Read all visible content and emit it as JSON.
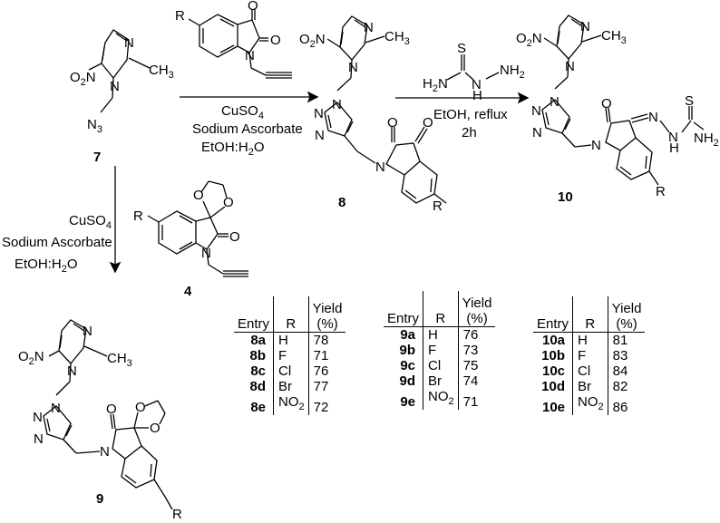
{
  "compounds": {
    "c7": "7",
    "c8": "8",
    "c10": "10",
    "c4": "4",
    "c9": "9"
  },
  "atoms": {
    "R": "R",
    "O": "O",
    "N": "N",
    "S": "S",
    "H": "H",
    "CH3": "CH",
    "sub3": "3",
    "NH2": "NH",
    "sub2": "2",
    "N3": "N",
    "O2N": "O",
    "O2N_n": "N",
    "H2N": "H",
    "H2N_n": "N"
  },
  "conditions": {
    "step1_line1": "CuSO",
    "step1_line1_sub": "4",
    "step1_line2": "Sodium Ascorbate",
    "step1_line3a": "EtOH:H",
    "step1_line3_sub": "2",
    "step1_line3b": "O",
    "step2_line1": "EtOH, reflux",
    "step2_line2": "2h"
  },
  "tables": [
    {
      "headers": [
        "Entry",
        "R",
        "Yield",
        "(%)"
      ],
      "rows": [
        {
          "entry": "8a",
          "r": "H",
          "y": "78"
        },
        {
          "entry": "8b",
          "r": "F",
          "y": "71"
        },
        {
          "entry": "8c",
          "r": "Cl",
          "y": "76"
        },
        {
          "entry": "8d",
          "r": "Br",
          "y": "77"
        },
        {
          "entry": "8e",
          "r": "NO",
          "rsub": "2",
          "y": "72"
        }
      ]
    },
    {
      "headers": [
        "Entry",
        "R",
        "Yield",
        "(%)"
      ],
      "rows": [
        {
          "entry": "9a",
          "r": "H",
          "y": "76"
        },
        {
          "entry": "9b",
          "r": "F",
          "y": "73"
        },
        {
          "entry": "9c",
          "r": "Cl",
          "y": "75"
        },
        {
          "entry": "9d",
          "r": "Br",
          "y": "74"
        },
        {
          "entry": "9e",
          "r": "NO",
          "rsub": "2",
          "y": "71"
        }
      ]
    },
    {
      "headers": [
        "Entry",
        "R",
        "Yield",
        "(%)"
      ],
      "rows": [
        {
          "entry": "10a",
          "r": "H",
          "y": "81"
        },
        {
          "entry": "10b",
          "r": "F",
          "y": "83"
        },
        {
          "entry": "10c",
          "r": "Cl",
          "y": "84"
        },
        {
          "entry": "10d",
          "r": "Br",
          "y": "82"
        },
        {
          "entry": "10e",
          "r": "NO",
          "rsub": "2",
          "y": "86"
        }
      ]
    }
  ]
}
